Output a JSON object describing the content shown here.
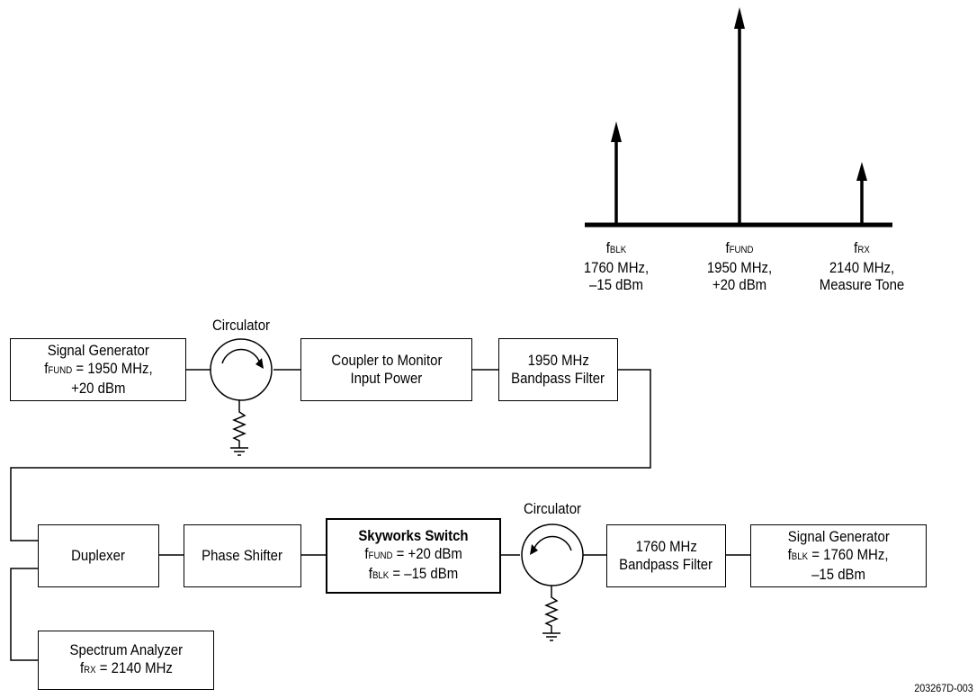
{
  "spectrum": {
    "tones": [
      {
        "f_symbol": "f",
        "f_sub": "BLK",
        "freq": "1760 MHz,",
        "level": "–15 dBm"
      },
      {
        "f_symbol": "f",
        "f_sub": "FUND",
        "freq": "1950 MHz,",
        "level": "+20 dBm"
      },
      {
        "f_symbol": "f",
        "f_sub": "RX",
        "freq": "2140 MHz,",
        "level": "Measure Tone"
      }
    ]
  },
  "blocks": {
    "sig_gen_top": {
      "line1": "Signal Generator",
      "line2_sym": "f",
      "line2_sub": "FUND",
      "line2_rest": " = 1950 MHz,",
      "line3": "+20 dBm"
    },
    "circulator_top": {
      "label": "Circulator"
    },
    "coupler": {
      "line1": "Coupler to Monitor",
      "line2": "Input Power"
    },
    "bpf_1950": {
      "line1": "1950 MHz",
      "line2": "Bandpass Filter"
    },
    "duplexer": {
      "line1": "Duplexer"
    },
    "phase_shifter": {
      "line1": "Phase Shifter"
    },
    "switch": {
      "line1": "Skyworks Switch",
      "line2_sym": "f",
      "line2_sub": "FUND",
      "line2_rest": " = +20 dBm",
      "line3_sym": "f",
      "line3_sub": "BLK",
      "line3_rest": " = –15 dBm"
    },
    "circulator_bottom": {
      "label": "Circulator"
    },
    "bpf_1760": {
      "line1": "1760 MHz",
      "line2": "Bandpass Filter"
    },
    "sig_gen_bottom": {
      "line1": "Signal Generator",
      "line2_sym": "f",
      "line2_sub": "BLK",
      "line2_rest": " = 1760 MHz,",
      "line3": "–15 dBm"
    },
    "spectrum_analyzer": {
      "line1": "Spectrum Analyzer",
      "line2_sym": "f",
      "line2_sub": "RX",
      "line2_rest": " = 2140 MHz"
    }
  },
  "figure_ref": "203267D-003"
}
